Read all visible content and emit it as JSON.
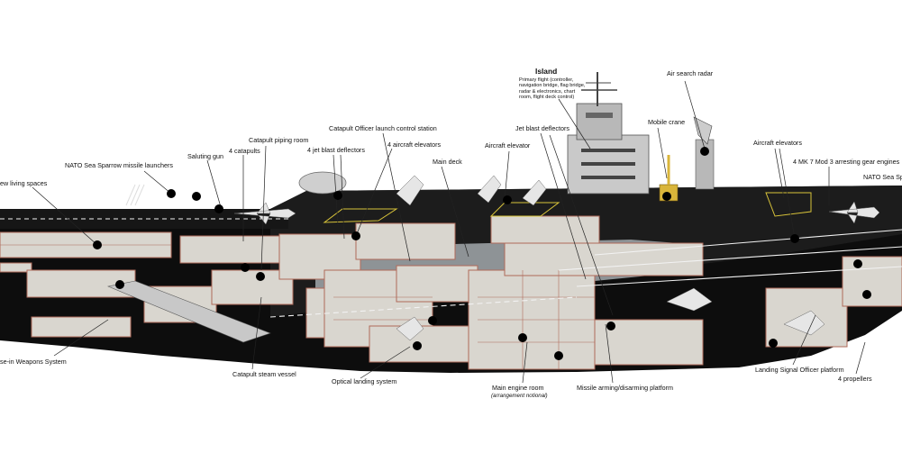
{
  "labels": {
    "island_title": "Island",
    "island_desc": "Primary flight (controller, navigation bridge, flag bridge, radar & electronics, chart room, flight deck control)",
    "air_search_radar": "Air search radar",
    "mobile_crane": "Mobile crane",
    "aircraft_elevators": "Aircraft elevators",
    "arresting_gear": "4 MK 7 Mod 3 arresting gear engines",
    "nato_sea_sparrow_right": "NATO Sea Spa",
    "crew_living_spaces": "ew living spaces",
    "nato_sea_sparrow_launchers": "NATO Sea Sparrow missile launchers",
    "saluting_gun": "Saluting gun",
    "four_catapults": "4 catapults",
    "catapult_piping_room": "Catapult piping room",
    "four_jet_blast_deflectors": "4 jet blast deflectors",
    "catapult_officer": "Catapult Officer launch control station",
    "four_aircraft_elevators": "4 aircraft elevators",
    "main_deck": "Main deck",
    "aircraft_elevator": "Aircraft elevator",
    "jet_blast_deflectors": "Jet blast deflectors",
    "close_in_weapons": "se-in Weapons System",
    "catapult_steam_vessel": "Catapult steam vessel",
    "optical_landing_system": "Optical landing system",
    "main_engine_room": "Main engine room",
    "arrangement_notional": "(arrangement notional)",
    "missile_arming": "Missile arming/disarming platform",
    "landing_signal_officer": "Landing Signal Officer platform",
    "four_propellers": "4 propellers"
  },
  "colors": {
    "flight_deck": "#1c1c1c",
    "hull_dark": "#0d0d0d",
    "hangar": "#8e9396",
    "interior": "#d9d6cf",
    "compartment_line": "#b06a5a",
    "island": "#c9c9c9",
    "deck_line": "#f2f2f2",
    "crane": "#d9b53a",
    "background": "#ffffff"
  },
  "icons": {
    "callout_dot": "black-dot",
    "aircraft": "fighter-jet-silhouette"
  }
}
